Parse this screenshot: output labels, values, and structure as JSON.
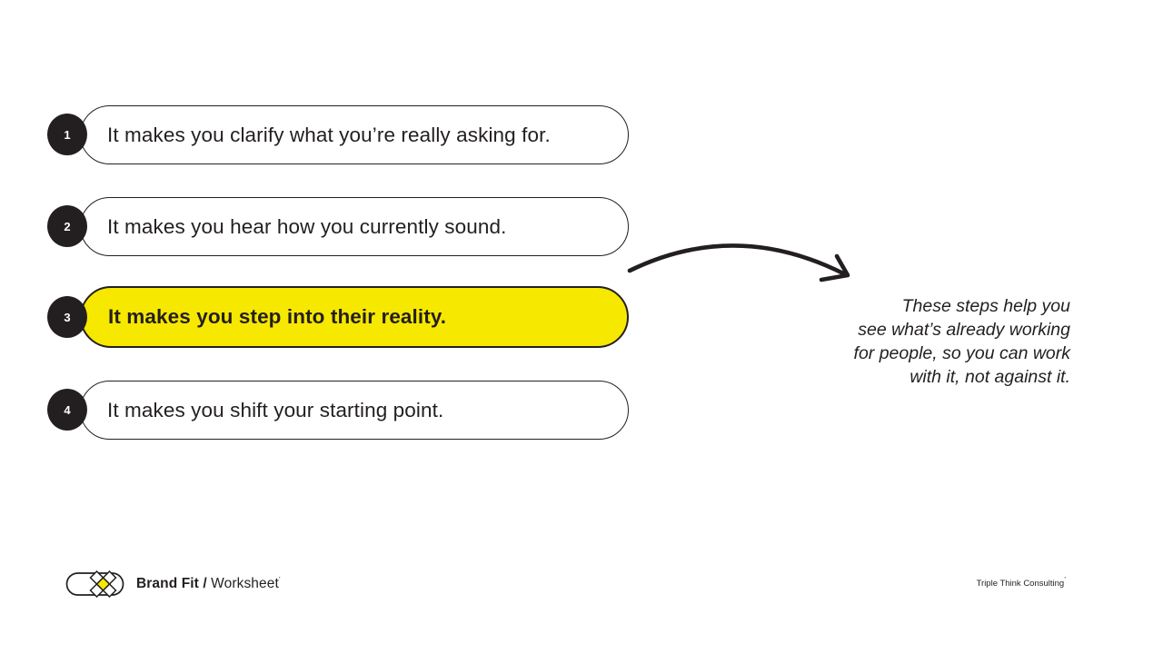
{
  "colors": {
    "highlight_yellow": "#F7E800",
    "ink": "#231F20",
    "background": "#ffffff"
  },
  "steps": [
    {
      "number": "1",
      "label": "It makes you clarify what you’re really asking for.",
      "highlighted": false
    },
    {
      "number": "2",
      "label": "It makes you hear how you currently sound.",
      "highlighted": false
    },
    {
      "number": "3",
      "label": "It makes you step into their reality.",
      "highlighted": true
    },
    {
      "number": "4",
      "label": "It makes you shift your starting point.",
      "highlighted": false
    }
  ],
  "annotation": {
    "lines": [
      "These steps help you",
      "see what’s already working",
      "for people, so you can work",
      "with it, not against it."
    ]
  },
  "icons": {
    "arrow_icon": "hand-drawn curved arrow pointing right",
    "brand_logo_icon": "pill outline with quincunx of diamonds, yellow center"
  },
  "footer": {
    "brand_bold": "Brand Fit /",
    "brand_regular": " Worksheet",
    "brand_mark": "’",
    "company": "Triple Think Consulting",
    "company_mark": "’"
  }
}
